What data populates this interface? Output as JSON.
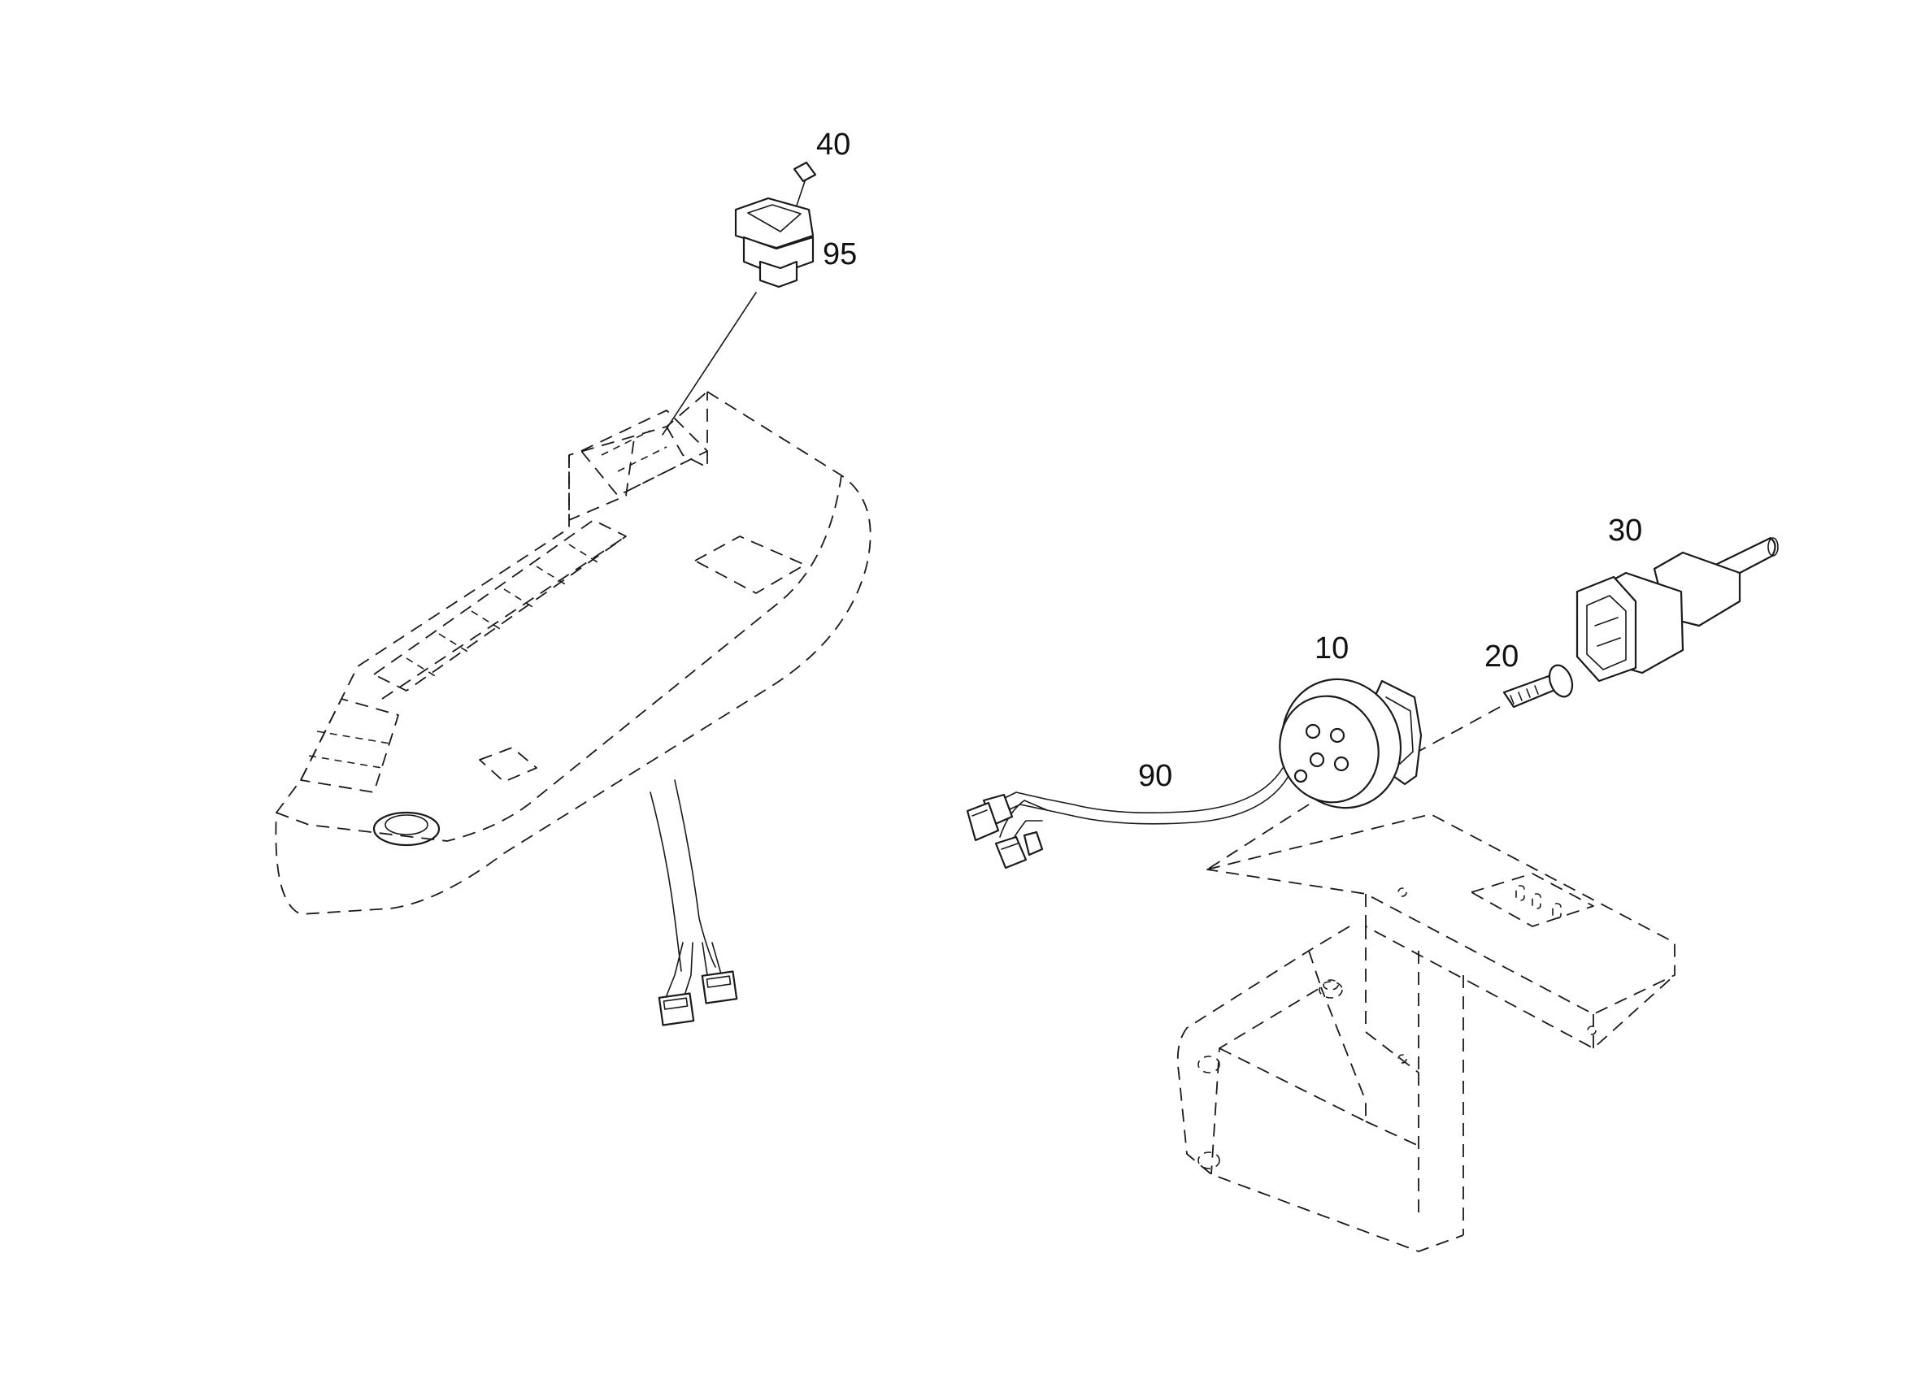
{
  "callouts": {
    "c40": "40",
    "c95": "95",
    "c30": "30",
    "c10": "10",
    "c20": "20",
    "c90": "90"
  },
  "colors": {
    "line": "#1a1a1a",
    "background": "#ffffff"
  }
}
